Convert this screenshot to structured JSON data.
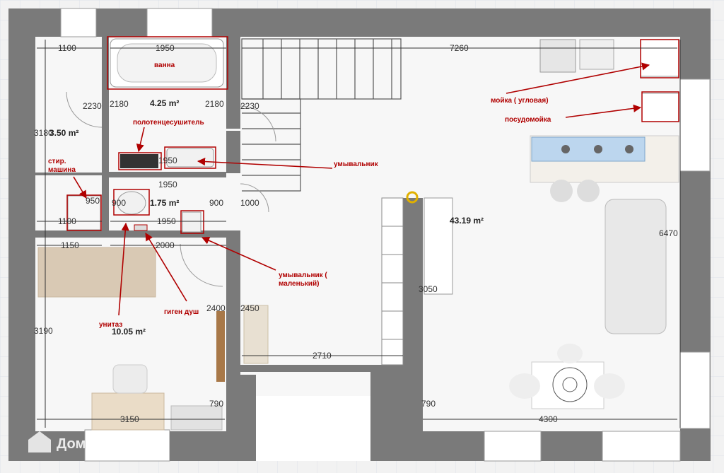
{
  "dimensions": {
    "top_left_width": "1100",
    "bath_width": "1950",
    "hall_width": "7260",
    "bath_left_height": "2180",
    "bath_right_height": "2180",
    "laundry_height_door": "2230",
    "stair_height": "2230",
    "laundry_height": "3180",
    "sink_width": "1950",
    "wc_width_top": "1950",
    "washer_depth": "950",
    "wc_left": "900",
    "wc_right": "900",
    "door_width": "1000",
    "washer_width": "1100",
    "wc_width_bottom": "1950",
    "room_width_top": "1150",
    "corridor_width": "2000",
    "corridor_left_height": "2400",
    "corridor_right_height": "2450",
    "entrance_width": "2710",
    "living_inner_height": "3050",
    "living_height": "6470",
    "room_height": "3190",
    "room_bottom_height": "790",
    "living_bottom_height": "790",
    "room_width": "3150",
    "living_width": "4300"
  },
  "areas": {
    "bath": "4.25 m²",
    "laundry": "3.50 m²",
    "wc": "1.75 m²",
    "living": "43.19 m²",
    "bedroom": "10.05 m²"
  },
  "notes": {
    "bathtub": "ванна",
    "towel_rail": "полотенцесушитель",
    "washing_machine_line1": "стир.",
    "washing_machine_line2": "машина",
    "washbasin": "умывальник",
    "corner_sink": "мойка ( угловая)",
    "dishwasher": "посудомойка",
    "small_washbasin_line1": "умывальник (",
    "small_washbasin_line2": "маленький)",
    "toilet": "унитаз",
    "hygienic_shower": "гиген душ"
  },
  "watermark": "Домклик",
  "colors": {
    "wall": "#7a7a7a",
    "floor": "#f7f7f7",
    "grid": "#dde3ea",
    "annotation": "#b00000",
    "cooktop": "#bcd6ee"
  }
}
